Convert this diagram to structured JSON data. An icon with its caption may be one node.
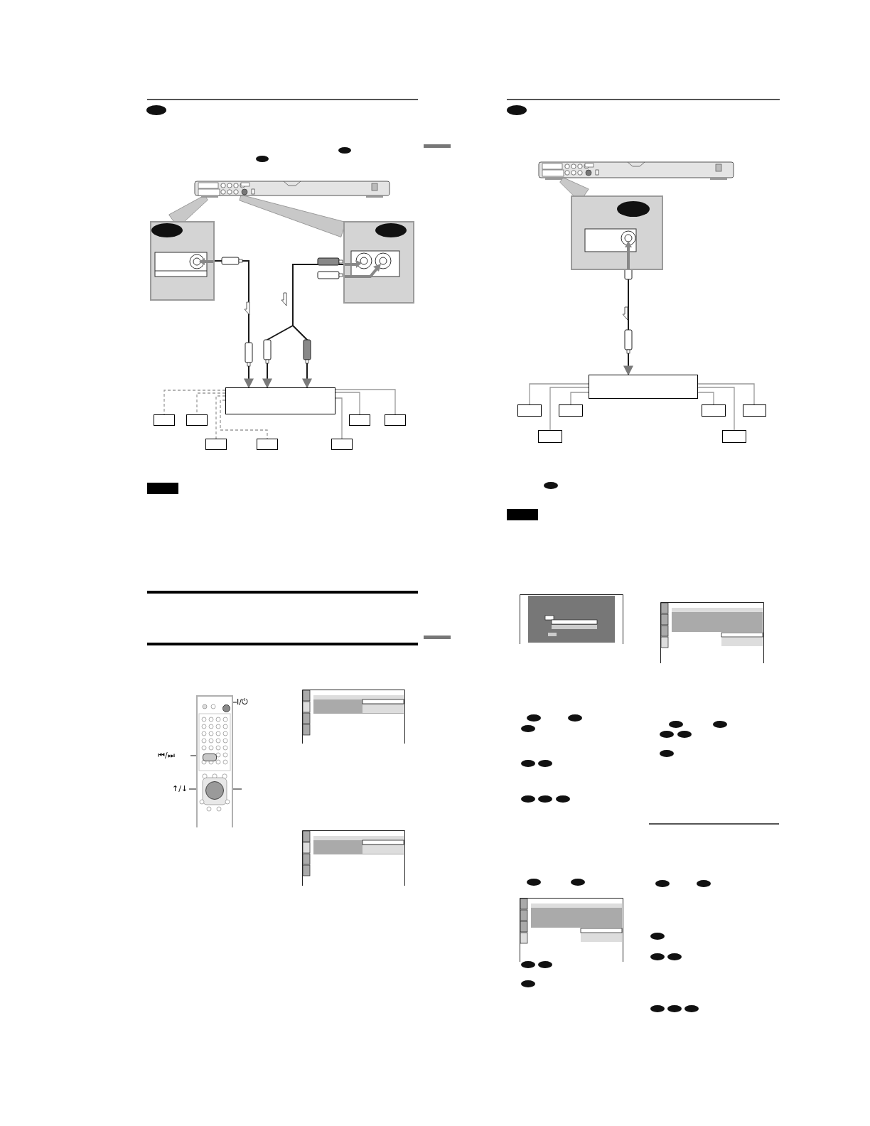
{
  "diagram": {
    "nodes": [
      {
        "text": [],
        "shape": "picture"
      },
      {
        "text": [],
        "shape": "box"
      },
      {
        "text": [],
        "shape": "box"
      },
      {
        "text": [],
        "shape": "box"
      },
      {
        "text": [],
        "shape": "box"
      },
      {
        "text": [],
        "shape": "box"
      },
      {
        "text": [],
        "shape": "box"
      },
      {
        "text": [],
        "shape": "box"
      },
      {
        "text": [],
        "shape": "box"
      },
      {
        "text": [],
        "shape": "box"
      },
      {
        "text": [],
        "shape": "box"
      },
      {
        "text": [],
        "shape": "picture"
      },
      {
        "text": [],
        "shape": "box"
      },
      {
        "text": [],
        "shape": "box"
      },
      {
        "text": [],
        "shape": "box"
      },
      {
        "text": [],
        "shape": "box"
      },
      {
        "text": [],
        "shape": "box"
      },
      {
        "text": [],
        "shape": "box"
      },
      {
        "text": [],
        "shape": "box"
      },
      {
        "text": [],
        "shape": "box"
      },
      {
        "text": [],
        "shape": "picture"
      },
      {
        "text": [],
        "shape": "circle",
        "in": 20
      },
      {
        "text": [],
        "shape": "button",
        "in": 20
      },
      {
        "text": [],
        "shape": "circle",
        "in": 20
      },
      {
        "text": [
          "I/⏻"
        ]
      },
      {
        "text": [
          "⏮/⏭"
        ]
      },
      {
        "text": [
          "↑/↓"
        ]
      }
    ],
    "edges": [
      {
        "from": 1,
        "to": 3,
        "arrow": "to",
        "color": "#1a1a1a"
      },
      {
        "from": 2,
        "to": 3,
        "arrow": "to",
        "color": "#1a1a1a"
      },
      {
        "from": 2,
        "to": 3,
        "arrow": "to",
        "color": "#1a1a1a"
      },
      {
        "from": 3,
        "to": 4,
        "arrow": "none",
        "style": "dashed"
      },
      {
        "from": 3,
        "to": 5,
        "arrow": "none",
        "style": "dashed"
      },
      {
        "from": 3,
        "to": 6,
        "arrow": "none"
      },
      {
        "from": 3,
        "to": 7,
        "arrow": "none"
      },
      {
        "from": 3,
        "to": 8,
        "arrow": "none",
        "style": "dashed"
      },
      {
        "from": 3,
        "to": 9,
        "arrow": "none",
        "style": "dashed"
      },
      {
        "from": 3,
        "to": 10,
        "arrow": "none"
      },
      {
        "from": 12,
        "to": 13,
        "arrow": "to",
        "color": "#1a1a1a"
      },
      {
        "from": 13,
        "to": 14,
        "arrow": "none"
      },
      {
        "from": 13,
        "to": 15,
        "arrow": "none"
      },
      {
        "from": 13,
        "to": 16,
        "arrow": "none"
      },
      {
        "from": 13,
        "to": 17,
        "arrow": "none"
      },
      {
        "from": 13,
        "to": 18,
        "arrow": "none"
      },
      {
        "from": 13,
        "to": 19,
        "arrow": "none"
      },
      {
        "from": 24,
        "to": 21,
        "arrow": "none",
        "color": "#444444"
      },
      {
        "from": 25,
        "to": 22,
        "arrow": "none",
        "color": "#444444"
      },
      {
        "from": 26,
        "to": 23,
        "arrow": "none",
        "color": "#444444"
      },
      {
        "from": 23,
        "to": null,
        "arrow": "none",
        "color": "#444444"
      },
      {
        "from": 1,
        "to": 0,
        "arrow": "none",
        "style": "thick",
        "color": "#c8c8c8"
      },
      {
        "from": 2,
        "to": 0,
        "arrow": "none",
        "style": "thick",
        "color": "#c8c8c8"
      },
      {
        "from": 12,
        "to": 11,
        "arrow": "none",
        "style": "thick",
        "color": "#c8c8c8"
      }
    ]
  }
}
